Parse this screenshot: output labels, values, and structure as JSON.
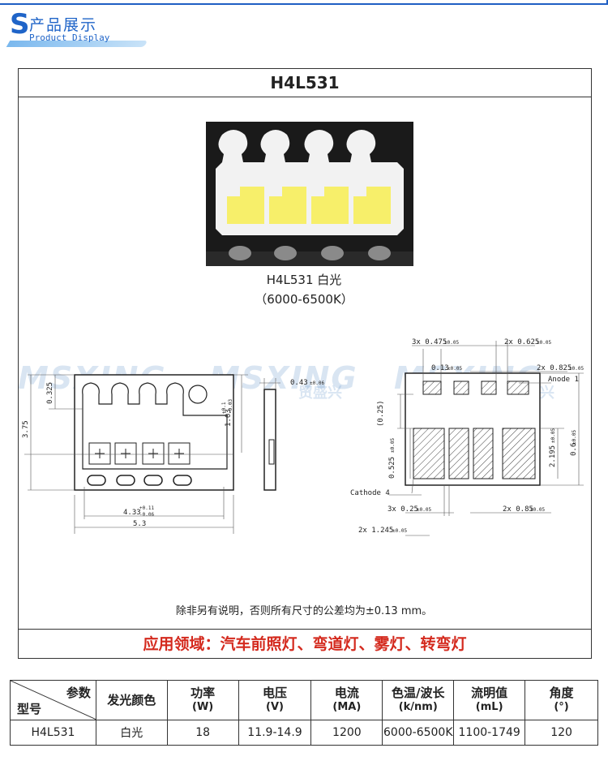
{
  "header": {
    "badge_letter": "S",
    "title_cn": "产品展示",
    "title_en": "Product Display"
  },
  "product": {
    "model": "H4L531",
    "caption_line1": "H4L531 白光",
    "caption_line2": "（6000-6500K）",
    "tolerance_note": "除非另有说明，否则所有尺寸的公差均为±0.13 mm。",
    "application": "应用领域：汽车前照灯、弯道灯、雾灯、转弯灯"
  },
  "watermark": {
    "brand_en": "MSXING",
    "brand_cn": "贸盛兴"
  },
  "drawing_labels": {
    "left_height": "3.75",
    "left_top": "0.325",
    "left_right": "1.03",
    "left_right_tol_top": "+0.1",
    "left_right_tol_bot": "-0.03",
    "left_inner_width": "4.33",
    "left_inner_tol_top": "+0.11",
    "left_inner_tol_bot": "-0.06",
    "left_total_width": "5.3",
    "side_thickness": "0.43",
    "side_thickness_tol": "±0.06",
    "r_top1": "3x 0.475",
    "r_top1_tol": "±0.05",
    "r_top2": "2x 0.625",
    "r_top2_tol": "±0.05",
    "r_top3": "0.13",
    "r_top3_tol": "±0.05",
    "r_top4": "2x 0.825",
    "r_top4_tol": "±0.05",
    "anode": "Anode 1",
    "cathode": "Cathode 4",
    "r_left1": "(0.25)",
    "r_left2": "0.525",
    "r_left2_tol": "±0.05",
    "r_right1": "2.195",
    "r_right1_tol": "±0.05",
    "r_right2": "0.6",
    "r_right2_tol": "±0.05",
    "r_bot1": "3x 0.25",
    "r_bot1_tol": "±0.05",
    "r_bot2": "2x 0.85",
    "r_bot2_tol": "±0.05",
    "r_bot3": "2x 1.245",
    "r_bot3_tol": "±0.05"
  },
  "table": {
    "corner_top": "参数",
    "corner_bottom": "型号",
    "headers": [
      {
        "l1": "发光颜色",
        "l2": ""
      },
      {
        "l1": "功率",
        "l2": "(W)"
      },
      {
        "l1": "电压",
        "l2": "(V)"
      },
      {
        "l1": "电流",
        "l2": "(MA)"
      },
      {
        "l1": "色温/波长",
        "l2": "(k/nm)"
      },
      {
        "l1": "流明值",
        "l2": "(mL)"
      },
      {
        "l1": "角度",
        "l2": "(°)"
      }
    ],
    "row": [
      "H4L531",
      "白光",
      "18",
      "11.9-14.9",
      "1200",
      "6000-6500K",
      "1100-1749",
      "120"
    ]
  },
  "colors": {
    "brand_blue": "#1f64c8",
    "application_red": "#d42a1e",
    "led_yellow": "#f7ef6a"
  }
}
